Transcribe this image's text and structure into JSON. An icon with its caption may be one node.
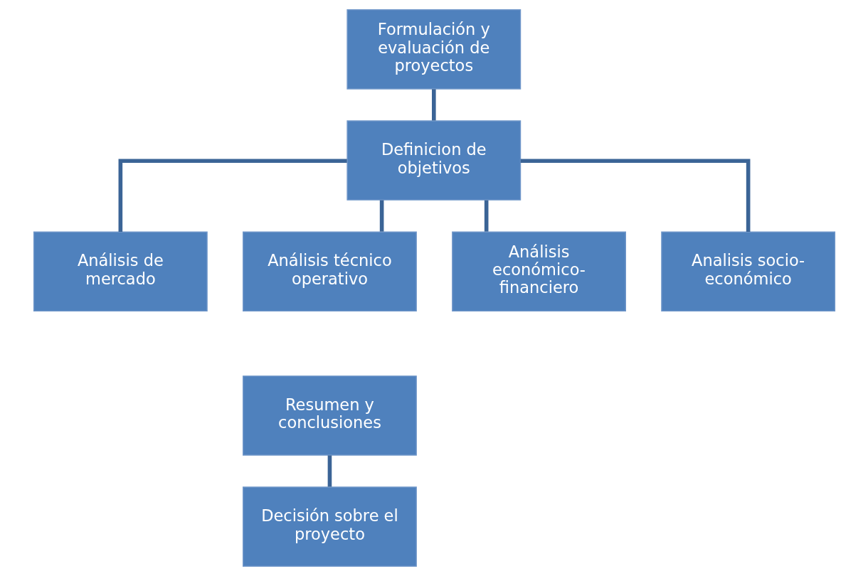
{
  "diagram": {
    "nodes": [
      {
        "text": [
          "Formulación y evaluación de proyectos"
        ]
      },
      {
        "text": [
          "Definicion de objetivos"
        ]
      },
      {
        "text": [
          "Análisis de mercado"
        ]
      },
      {
        "text": [
          "Análisis técnico operativo"
        ]
      },
      {
        "text": [
          "Análisis económico-financiero"
        ]
      },
      {
        "text": [
          "Analisis socio-económico"
        ]
      },
      {
        "text": [
          "Resumen y conclusiones"
        ]
      },
      {
        "text": [
          "Decisión sobre el proyecto"
        ]
      }
    ],
    "edges": [
      {
        "from": 0,
        "to": 1,
        "arrow": "none"
      },
      {
        "from": 1,
        "to": 2,
        "arrow": "none"
      },
      {
        "from": 1,
        "to": 3,
        "arrow": "none"
      },
      {
        "from": 1,
        "to": 4,
        "arrow": "none"
      },
      {
        "from": 1,
        "to": 5,
        "arrow": "none"
      },
      {
        "from": 6,
        "to": 7,
        "arrow": "none"
      }
    ]
  }
}
